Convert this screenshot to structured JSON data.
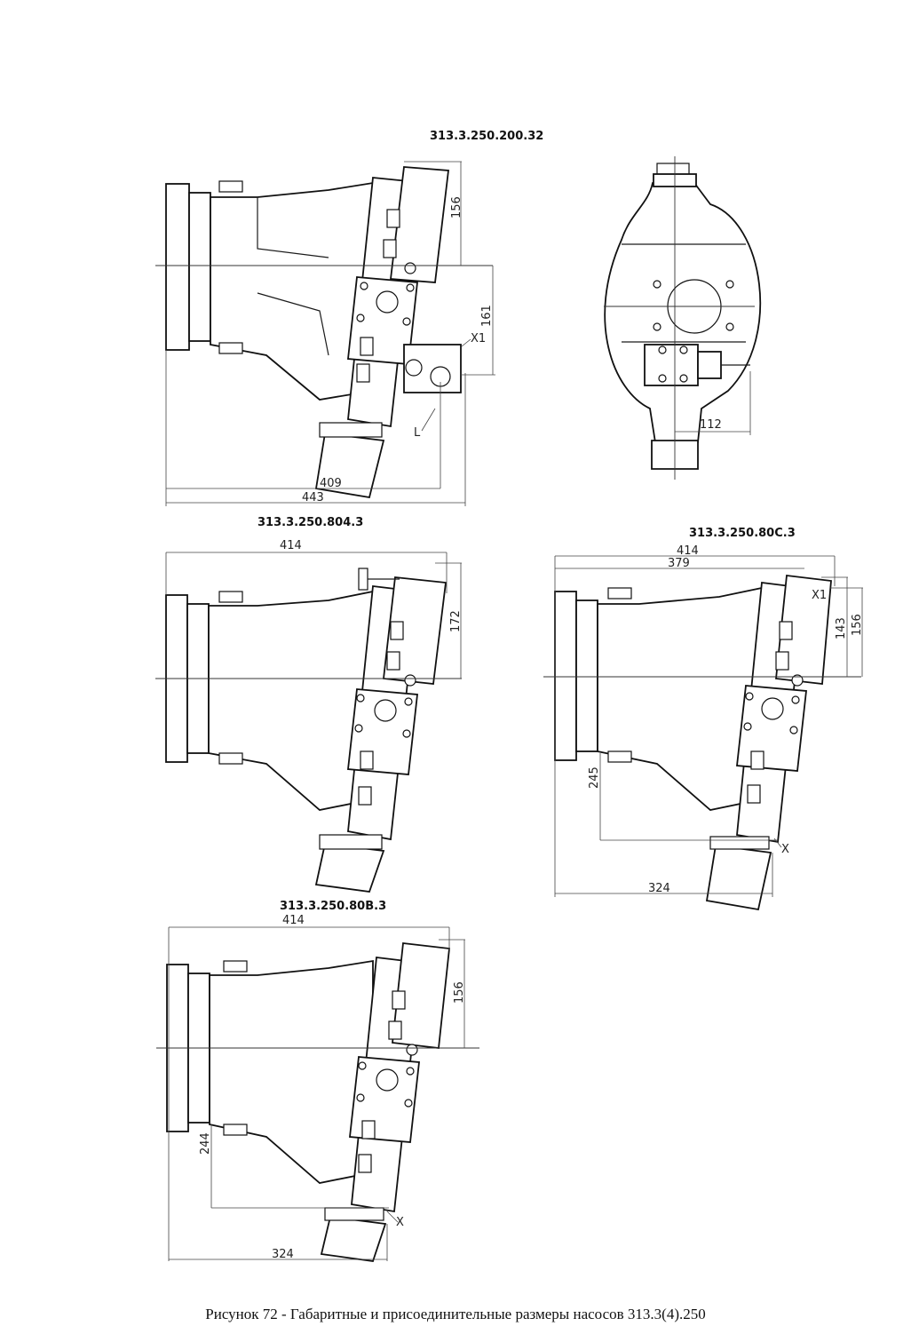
{
  "views": [
    {
      "id": "v1",
      "title": "313.3.250.200.32",
      "dims": [
        "156",
        "161",
        "X1",
        "L",
        "409",
        "443"
      ]
    },
    {
      "id": "v2",
      "title": "",
      "dims": [
        "112"
      ]
    },
    {
      "id": "v3",
      "title": "313.3.250.804.3",
      "dims": [
        "414",
        "172"
      ]
    },
    {
      "id": "v4",
      "title": "313.3.250.80С.3",
      "dims": [
        "414",
        "379",
        "143",
        "156",
        "X1",
        "245",
        "X",
        "324"
      ]
    },
    {
      "id": "v5",
      "title": "313.3.250.80В.3",
      "dims": [
        "414",
        "156",
        "244",
        "X",
        "324"
      ]
    }
  ],
  "caption": "Рисунок 72 - Габаритные и присоединительные размеры насосов 313.3(4).250"
}
